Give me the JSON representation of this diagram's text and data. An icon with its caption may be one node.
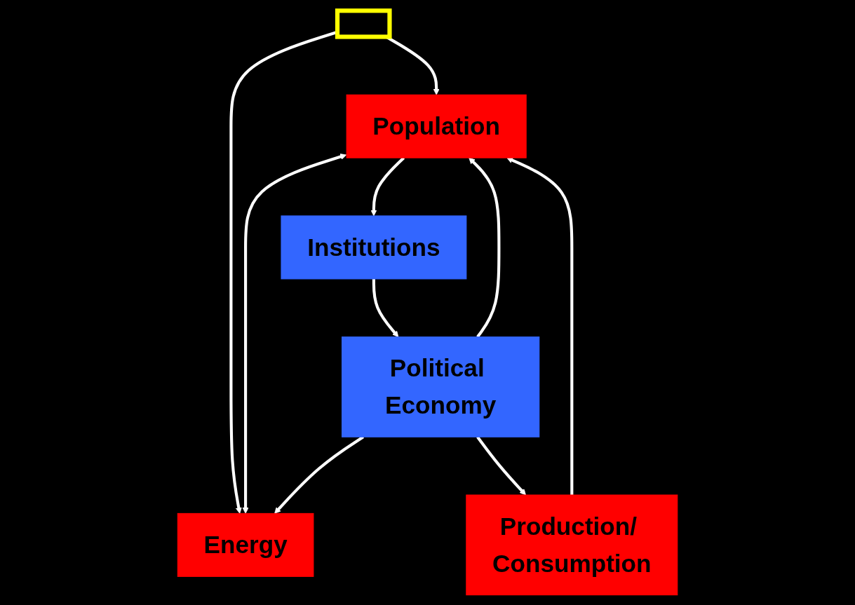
{
  "diagram": {
    "nodes": [
      {
        "text": [],
        "shape": "box"
      },
      {
        "text": [
          "Population"
        ]
      },
      {
        "text": [
          "Energy"
        ]
      },
      {
        "text": [
          "Institutions"
        ]
      },
      {
        "text": [
          "Production/ Consumption"
        ]
      },
      {
        "text": [
          "Political Economy"
        ]
      }
    ],
    "edges": [
      {
        "from": 0,
        "to": 1,
        "arrow": "to"
      },
      {
        "from": 0,
        "to": 2,
        "arrow": "to"
      },
      {
        "from": 1,
        "to": 2,
        "arrow": "both"
      },
      {
        "from": 1,
        "to": 3,
        "arrow": "to"
      },
      {
        "from": 3,
        "to": 5,
        "arrow": "to"
      },
      {
        "from": 5,
        "to": 4,
        "arrow": "to"
      },
      {
        "from": 5,
        "to": 1,
        "arrow": "to"
      },
      {
        "from": 5,
        "to": 2,
        "arrow": "to"
      },
      {
        "from": 4,
        "to": 1,
        "arrow": "to"
      }
    ]
  }
}
